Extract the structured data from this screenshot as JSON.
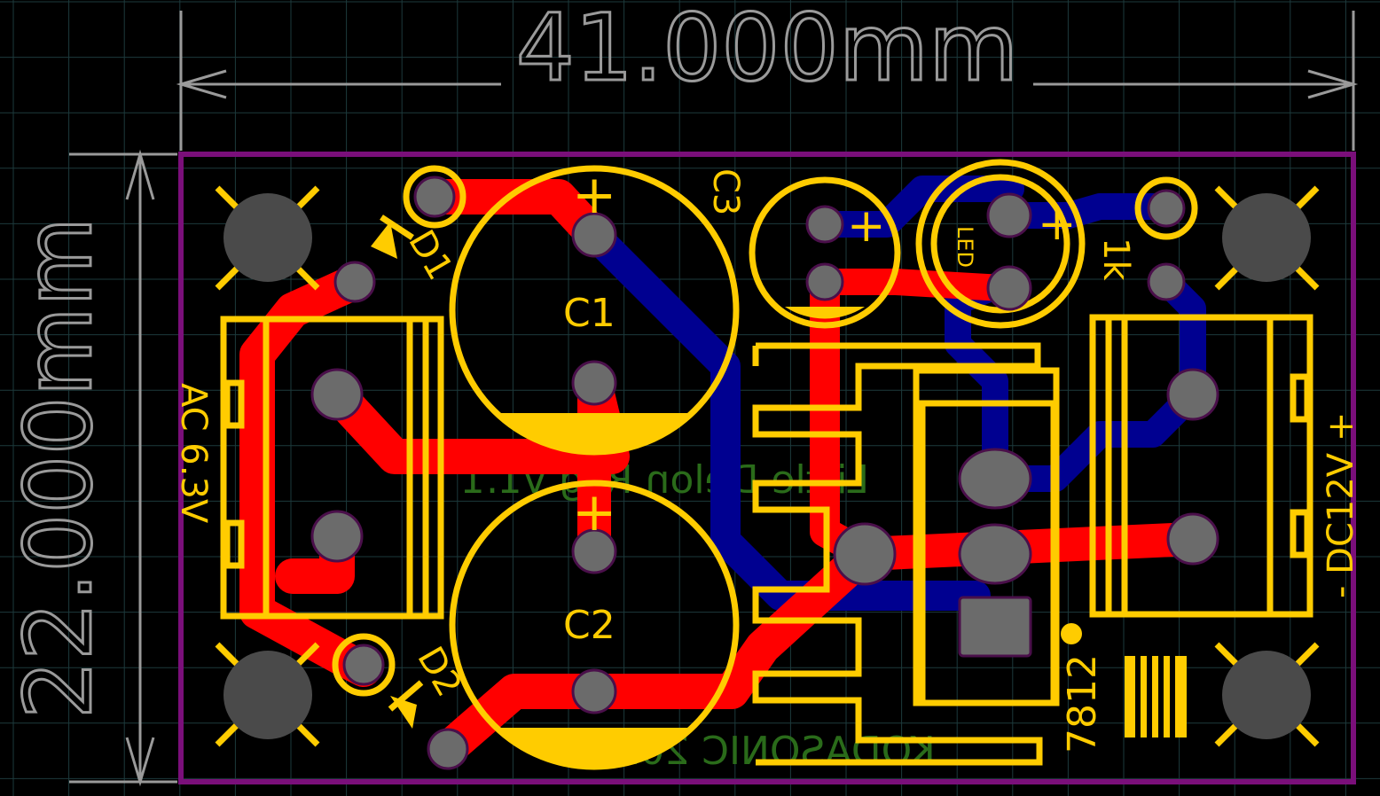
{
  "dimensions": {
    "width_label": "41.000mm",
    "height_label": "22.000mm"
  },
  "components": {
    "c1": "C1",
    "c2": "C2",
    "c3": "C3",
    "d1": "D1",
    "d2": "D2",
    "led": "LED",
    "r1": "1k",
    "regulator": "7812",
    "input_label": "AC 6.3V",
    "output_label": "- DC12V +",
    "plus": "+"
  },
  "bottom_silk": {
    "title": "Little Delon Reg v1.1",
    "brand": "KODASONIC 2021"
  },
  "colors": {
    "background": "#000000",
    "top_copper": "#ff0000",
    "bottom_copper": "#000090",
    "silkscreen": "#ffcc00",
    "board_outline": "#7a0f7a",
    "dimension": "#9a9a9a",
    "bottom_silk": "#2a6b1a"
  }
}
